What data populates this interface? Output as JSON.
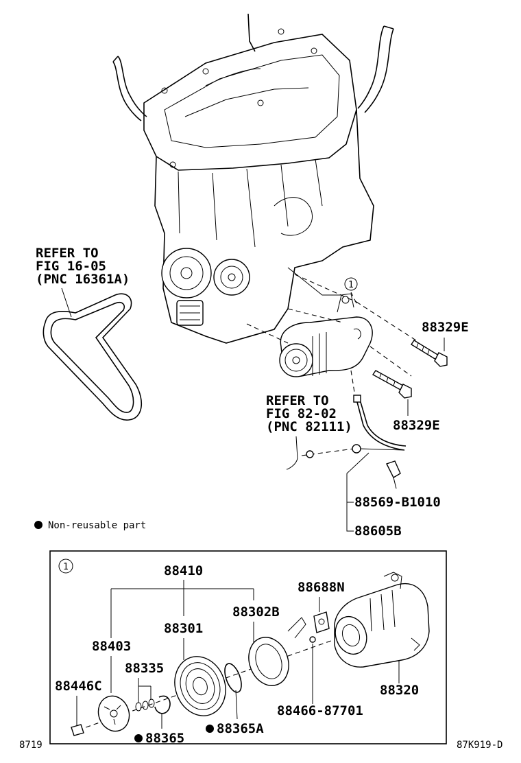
{
  "callouts": {
    "refer_belt": [
      "REFER TO",
      "FIG 16-05",
      "(PNC 16361A)"
    ],
    "refer_pipe": [
      "REFER TO",
      "FIG 82-02",
      "(PNC 82111)"
    ],
    "bolt_upper": "88329E",
    "bolt_lower": "88329E",
    "sensor": "88569-B1010",
    "harness": "88605B",
    "circle_ref": "1"
  },
  "legend": {
    "non_reusable": "Non-reusable part"
  },
  "detail": {
    "circle_ref": "1",
    "assembly": "88410",
    "pressure_plate": "88403",
    "pulley": "88301",
    "stator": "88302B",
    "shim": "88335",
    "bolt": "88446C",
    "snap_ring": "88365",
    "snap_ring_a": "88365A",
    "gasket": "88688N",
    "relief_valve": "88466-87701",
    "compressor": "88320"
  },
  "footer": {
    "left_code": "8719",
    "right_code": "87K919-D"
  }
}
